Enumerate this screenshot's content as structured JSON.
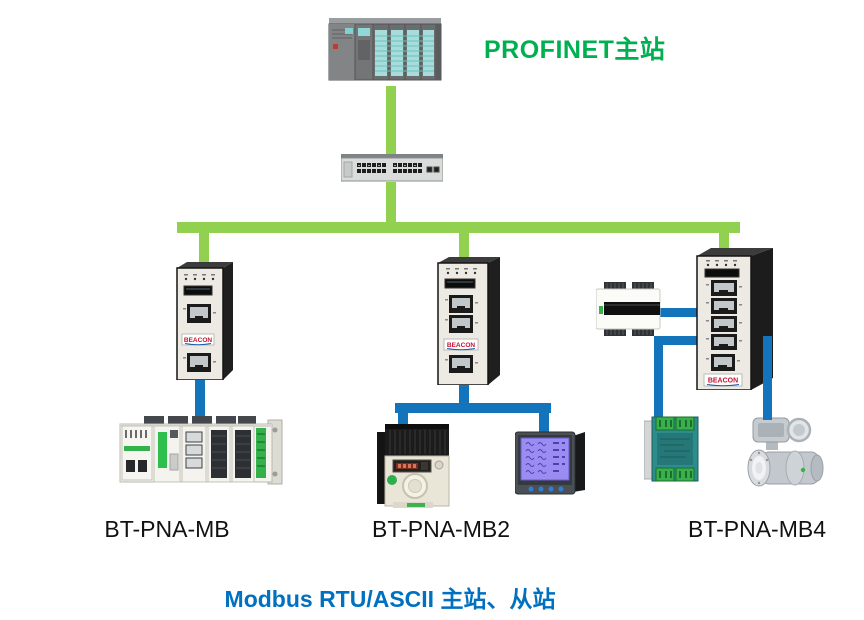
{
  "diagram": {
    "profinet_master_label": "PROFINET主站",
    "modbus_caption": "Modbus RTU/ASCII 主站、从站",
    "gateways": [
      {
        "label": "BT-PNA-MB",
        "brand": "BEACON"
      },
      {
        "label": "BT-PNA-MB2",
        "brand": "BEACON"
      },
      {
        "label": "BT-PNA-MB4",
        "brand": "BEACON"
      }
    ],
    "colors": {
      "profinet_bus": "#92D050",
      "modbus_bus": "#1374BC",
      "profinet_text": "#00B050",
      "modbus_text": "#0070C0",
      "label_text": "#111111",
      "beacon_red": "#C41230",
      "beacon_blue": "#1F5FAE"
    }
  }
}
